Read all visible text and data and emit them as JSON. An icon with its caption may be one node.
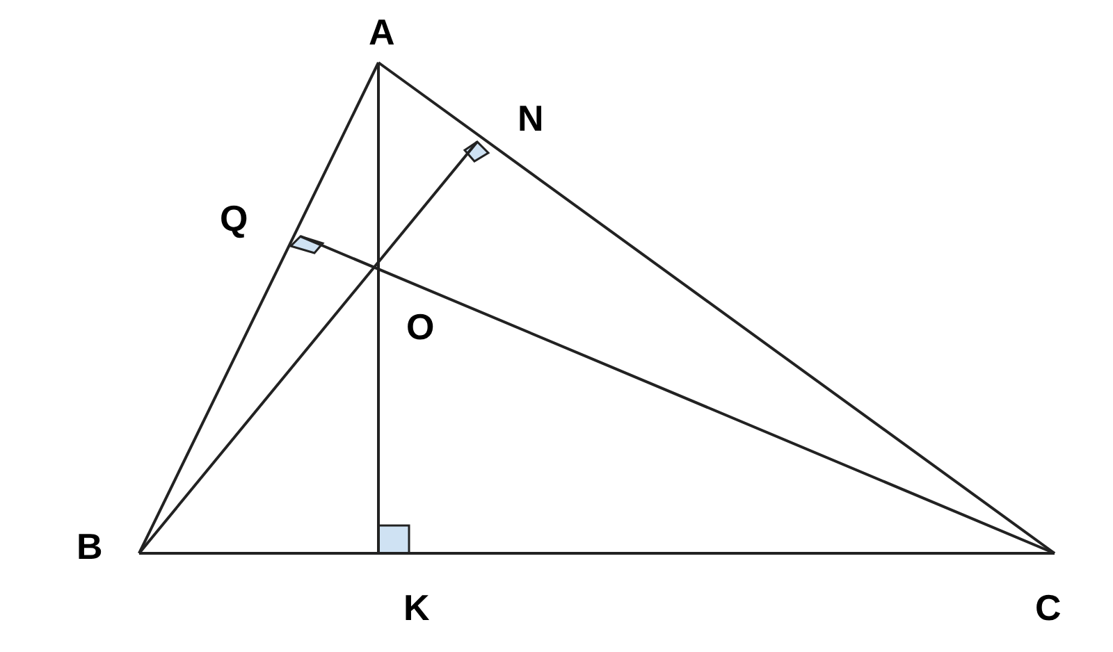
{
  "diagram": {
    "labels": [
      "A",
      "N",
      "Q",
      "O",
      "B",
      "K",
      "C"
    ]
  }
}
